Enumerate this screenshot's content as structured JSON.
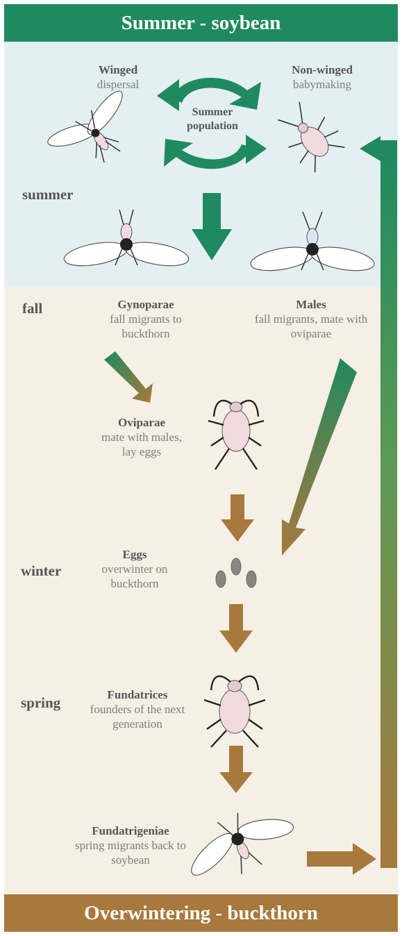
{
  "header": {
    "title": "Summer - soybean"
  },
  "footer": {
    "title": "Overwintering - buckthorn"
  },
  "cycle_center": {
    "label": "Summer population"
  },
  "seasons": {
    "summer": "summer",
    "fall": "fall",
    "winter": "winter",
    "spring": "spring"
  },
  "stages": {
    "winged_dispersal": {
      "title": "Winged",
      "desc": "dispersal"
    },
    "non_winged": {
      "title": "Non-winged",
      "desc": "babymaking"
    },
    "gynoparae": {
      "title": "Gynoparae",
      "desc": "fall migrants to buckthorn"
    },
    "males": {
      "title": "Males",
      "desc": "fall migrants, mate with oviparae"
    },
    "oviparae": {
      "title": "Oviparae",
      "desc": "mate with males, lay eggs"
    },
    "eggs": {
      "title": "Eggs",
      "desc": "overwinter on buckthorn"
    },
    "fundatrices": {
      "title": "Fundatrices",
      "desc": "founders of the next generation"
    },
    "fundatrigeniae": {
      "title": "Fundatrigeniae",
      "desc": "spring migrants back to soybean"
    }
  },
  "colors": {
    "green": "#1f8a5f",
    "brown": "#a7793d",
    "summer_bg": "#e4eff1",
    "rest_bg": "#f6efe6"
  },
  "icons": [
    "winged-aphid-icon",
    "wingless-aphid-icon",
    "egg-icon",
    "cycle-arrows-icon",
    "flow-arrow-icon"
  ]
}
